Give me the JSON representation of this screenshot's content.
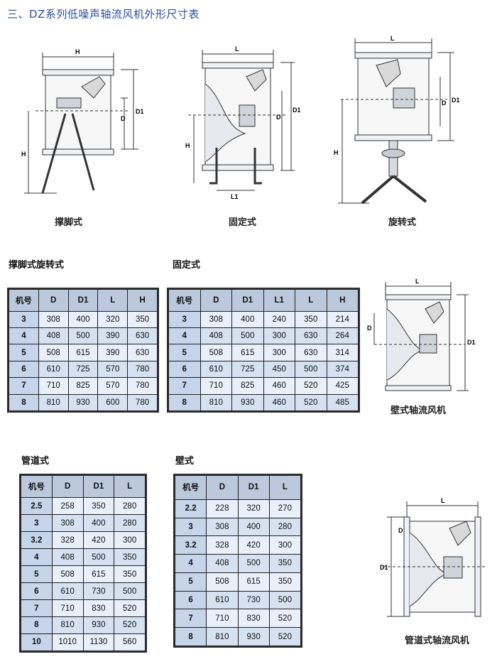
{
  "heading": "三、DZ系列低噪声轴流风机外形尺寸表",
  "figures": {
    "leg_type": {
      "caption": "撑脚式",
      "dims": [
        "H",
        "D",
        "D1",
        "H"
      ]
    },
    "fixed_type": {
      "caption": "固定式",
      "dims": [
        "L",
        "H",
        "D",
        "D1",
        "L1"
      ]
    },
    "rotary_type": {
      "caption": "旋转式",
      "dims": [
        "L",
        "D",
        "D1",
        "H"
      ]
    },
    "wall_fan": {
      "caption": "壁式轴流风机",
      "dims": [
        "L",
        "D",
        "D1"
      ]
    },
    "duct_fan": {
      "caption": "管道式轴流风机",
      "dims": [
        "L",
        "D1",
        "D"
      ]
    }
  },
  "tables": {
    "leg_rotary": {
      "title": "撑脚式旋转式",
      "headers": [
        "机号",
        "D",
        "D1",
        "L",
        "H"
      ],
      "rows": [
        [
          "3",
          "308",
          "400",
          "320",
          "350"
        ],
        [
          "4",
          "408",
          "500",
          "390",
          "630"
        ],
        [
          "5",
          "508",
          "615",
          "390",
          "630"
        ],
        [
          "6",
          "610",
          "725",
          "570",
          "780"
        ],
        [
          "7",
          "710",
          "825",
          "570",
          "780"
        ],
        [
          "8",
          "810",
          "930",
          "600",
          "780"
        ]
      ]
    },
    "fixed": {
      "title": "固定式",
      "headers": [
        "机号",
        "D",
        "D1",
        "L1",
        "L",
        "H"
      ],
      "rows": [
        [
          "3",
          "308",
          "400",
          "240",
          "350",
          "214"
        ],
        [
          "4",
          "408",
          "500",
          "300",
          "630",
          "264"
        ],
        [
          "5",
          "508",
          "615",
          "300",
          "630",
          "314"
        ],
        [
          "6",
          "610",
          "725",
          "450",
          "500",
          "374"
        ],
        [
          "7",
          "710",
          "825",
          "460",
          "520",
          "425"
        ],
        [
          "8",
          "810",
          "930",
          "460",
          "520",
          "485"
        ]
      ]
    },
    "duct": {
      "title": "管道式",
      "headers": [
        "机号",
        "D",
        "D1",
        "L"
      ],
      "rows": [
        [
          "2.5",
          "258",
          "350",
          "280"
        ],
        [
          "3",
          "308",
          "400",
          "280"
        ],
        [
          "3.2",
          "328",
          "420",
          "300"
        ],
        [
          "4",
          "408",
          "500",
          "350"
        ],
        [
          "5",
          "508",
          "615",
          "350"
        ],
        [
          "6",
          "610",
          "730",
          "500"
        ],
        [
          "7",
          "710",
          "830",
          "520"
        ],
        [
          "8",
          "810",
          "930",
          "520"
        ],
        [
          "10",
          "1010",
          "1130",
          "560"
        ]
      ]
    },
    "wall": {
      "title": "壁式",
      "headers": [
        "机号",
        "D",
        "D1",
        "L"
      ],
      "rows": [
        [
          "2.2",
          "228",
          "320",
          "270"
        ],
        [
          "3",
          "308",
          "400",
          "280"
        ],
        [
          "3.2",
          "328",
          "420",
          "300"
        ],
        [
          "4",
          "408",
          "500",
          "350"
        ],
        [
          "5",
          "508",
          "615",
          "350"
        ],
        [
          "6",
          "610",
          "730",
          "500"
        ],
        [
          "7",
          "710",
          "830",
          "520"
        ],
        [
          "8",
          "810",
          "930",
          "520"
        ]
      ]
    }
  }
}
